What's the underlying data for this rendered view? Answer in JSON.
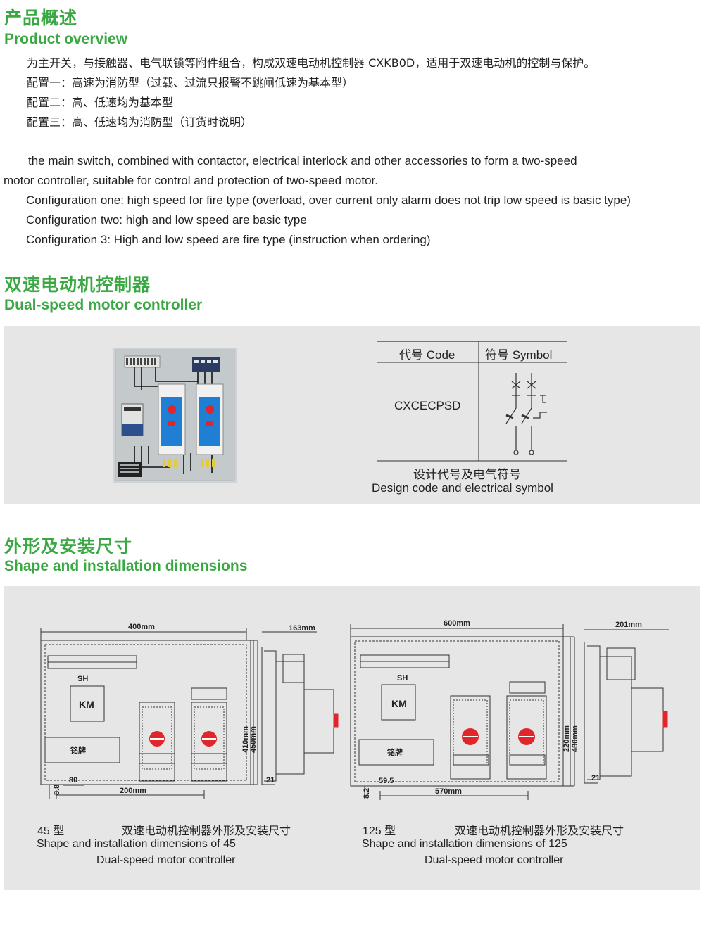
{
  "overview": {
    "title_cn": "产品概述",
    "title_en": "Product overview",
    "lines_cn": [
      "为主开关，与接触器、电气联锁等附件组合，构成双速电动机控制器 CXKB0D，适用于双速电动机的控制与保护。",
      "配置一：高速为消防型（过载、过流只报警不跳闸低速为基本型）",
      "配置二：高、低速均为基本型",
      "配置三：高、低速均为消防型（订货时说明）"
    ],
    "lines_en": [
      "the main switch, combined with contactor, electrical interlock and other accessories to form a two-speed",
      "motor controller, suitable for control and protection of two-speed motor.",
      "Configuration one: high speed for fire type (overload, over current only alarm does not trip low speed is basic type)",
      "Configuration two: high and low speed are basic type",
      "Configuration 3: High and low speed are fire type (instruction when ordering)"
    ]
  },
  "controller": {
    "title_cn": "双速电动机控制器",
    "title_en": "Dual-speed motor controller",
    "table": {
      "col_code": "代号 Code",
      "col_symbol": "符号 Symbol",
      "code_value": "CXCECPSD",
      "caption_cn": "设计代号及电气符号",
      "caption_en": "Design code and electrical symbol"
    }
  },
  "dimensions": {
    "title_cn": "外形及安装尺寸",
    "title_en": "Shape and installation dimensions",
    "d45": {
      "width_label": "400mm",
      "depth_label": "163mm",
      "h1_label": "410mm",
      "h2_label": "450mm",
      "bottom_label": "200mm",
      "small_label": "80",
      "side_label": "8.8",
      "sh_label": "SH",
      "km_label": "KM",
      "plate_label": "铭牌",
      "dim21": "21",
      "cap_model": "45 型",
      "cap_cn": "双速电动机控制器外形及安装尺寸",
      "cap_en1": "Shape and installation dimensions of 45",
      "cap_en2": "Dual-speed motor controller"
    },
    "d125": {
      "width_label": "600mm",
      "depth_label": "201mm",
      "h1_label": "220mm",
      "h2_label": "480mm",
      "bottom_label": "570mm",
      "small_label": "59.5",
      "side_label": "8.2",
      "sh_label": "SH",
      "km_label": "KM",
      "plate_label": "铭牌",
      "dim21": "21",
      "cap_model": "125 型",
      "cap_cn": "双速电动机控制器外形及安装尺寸",
      "cap_en1": "Shape and installation dimensions of 125",
      "cap_en2": "Dual-speed motor controller"
    }
  },
  "colors": {
    "heading": "#3aa843",
    "panel": "#e6e6e6",
    "knob": "#e0262b"
  }
}
